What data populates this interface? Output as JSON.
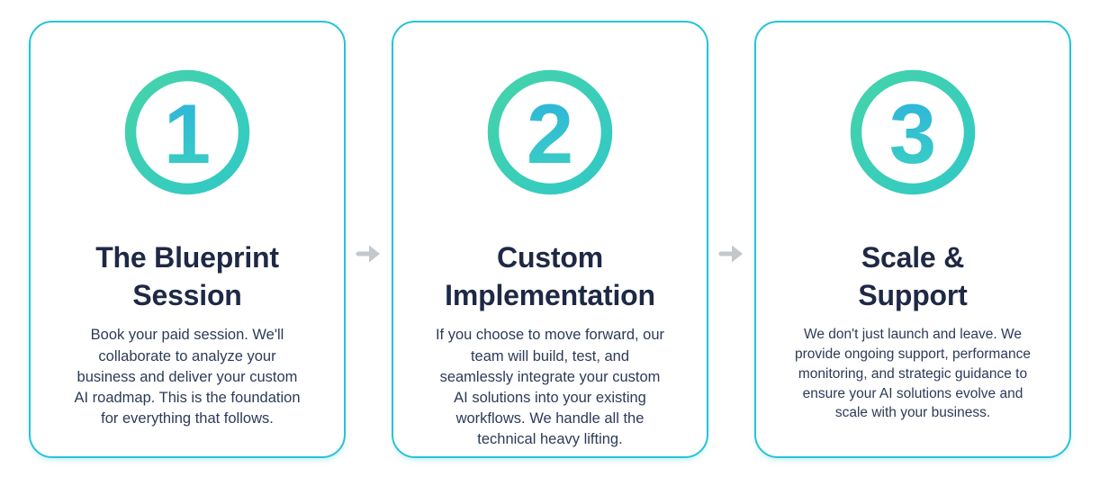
{
  "section": {
    "name": "three-step-process",
    "colors": {
      "card_border": "#24c4d8",
      "ring_gradient_start": "#45d3a9",
      "ring_gradient_end": "#31c9c6",
      "number_gradient_start": "#2cb2de",
      "number_gradient_end": "#3bd1c0",
      "title_text": "#1f2945",
      "body_text": "#2d3a58",
      "arrow": "#c3c8cd"
    }
  },
  "steps": [
    {
      "number": "1",
      "title": "The Blueprint\nSession",
      "description": "Book your paid session. We'll\ncollaborate to analyze your\nbusiness and deliver your custom\nAI roadmap. This is the foundation\nfor everything that follows."
    },
    {
      "number": "2",
      "title": "Custom\nImplementation",
      "description": "If you choose to move forward, our\nteam will build, test, and\nseamlessly integrate your custom\nAI solutions into your existing\nworkflows. We handle all the\ntechnical heavy lifting."
    },
    {
      "number": "3",
      "title": "Scale &\nSupport",
      "description": "We don't just launch and leave. We\nprovide ongoing support, performance\nmonitoring, and strategic guidance to\nensure your AI solutions evolve and\nscale with your business."
    }
  ]
}
